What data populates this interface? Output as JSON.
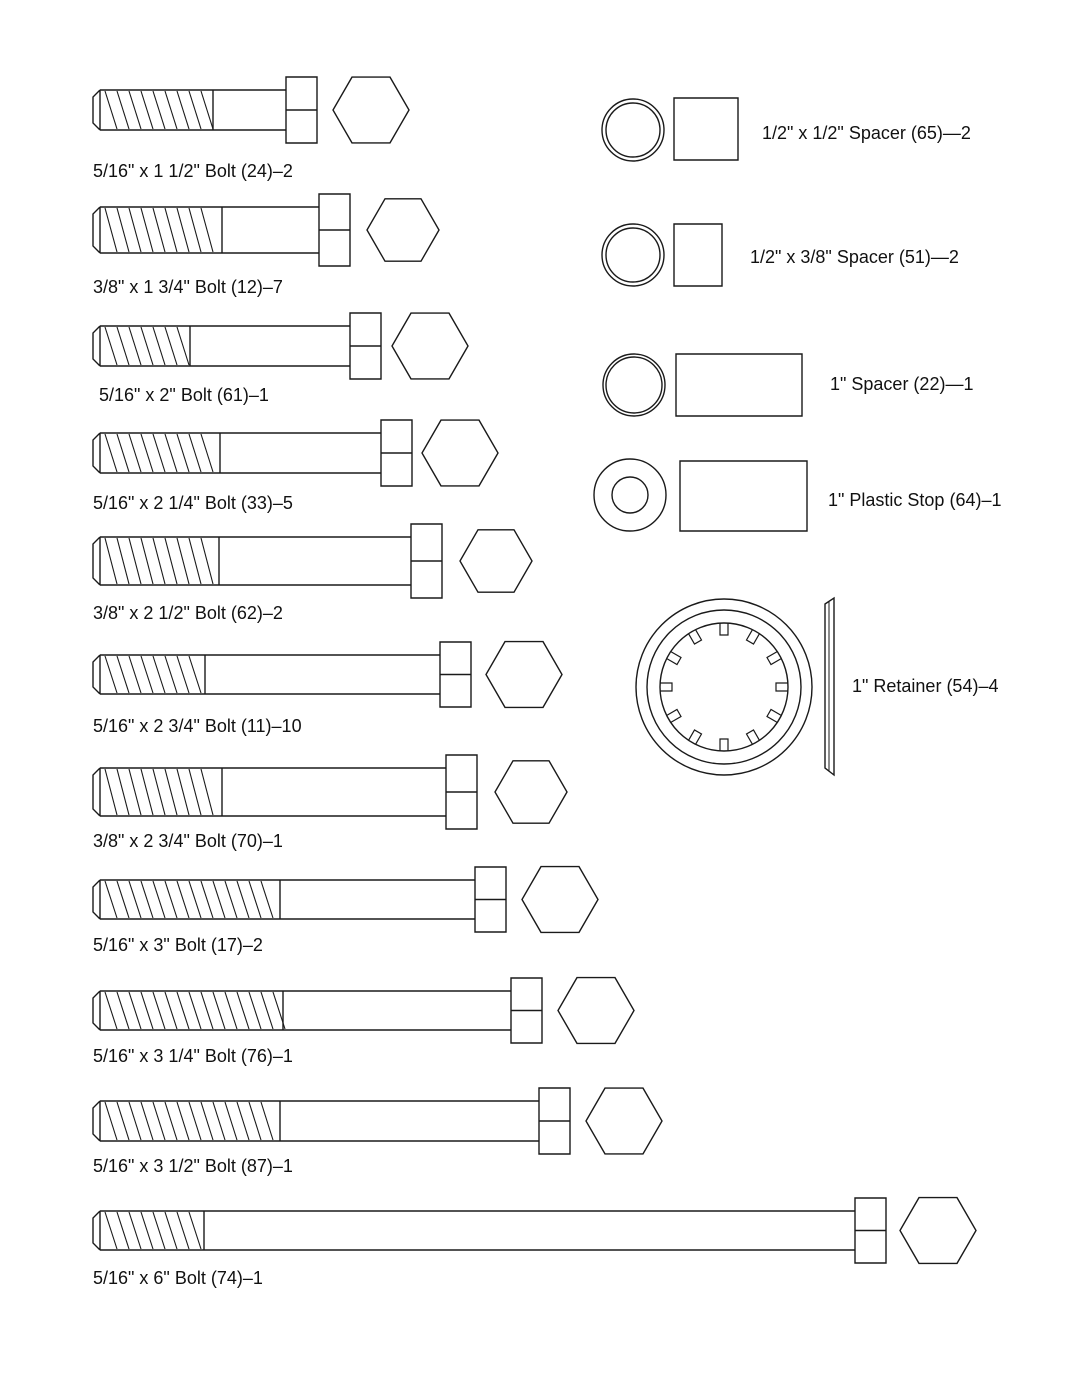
{
  "bolts": [
    {
      "label": "5/16\" x 1 1/2\" Bolt (24)–2"
    },
    {
      "label": "3/8\" x 1 3/4\"  Bolt (12)–7"
    },
    {
      "label": "5/16\" x 2\" Bolt (61)–1"
    },
    {
      "label": "5/16\" x 2 1/4\" Bolt (33)–5"
    },
    {
      "label": "3/8\" x 2 1/2\"  Bolt (62)–2"
    },
    {
      "label": "5/16\" x 2 3/4\" Bolt (11)–10"
    },
    {
      "label": "3/8\" x 2 3/4\"  Bolt (70)–1"
    },
    {
      "label": "5/16\" x 3\" Bolt (17)–2"
    },
    {
      "label": "5/16\" x 3 1/4\" Bolt (76)–1"
    },
    {
      "label": "5/16\" x 3 1/2\" Bolt (87)–1"
    },
    {
      "label": "5/16\" x 6\" Bolt (74)–1"
    }
  ],
  "parts": [
    {
      "label": "1/2\" x 1/2\" Spacer (65)—2"
    },
    {
      "label": "1/2\" x 3/8\" Spacer (51)—2"
    },
    {
      "label": "1\" Spacer (22)—1"
    },
    {
      "label": "1\" Plastic Stop (64)–1"
    },
    {
      "label": "1\" Retainer (54)–4"
    }
  ]
}
